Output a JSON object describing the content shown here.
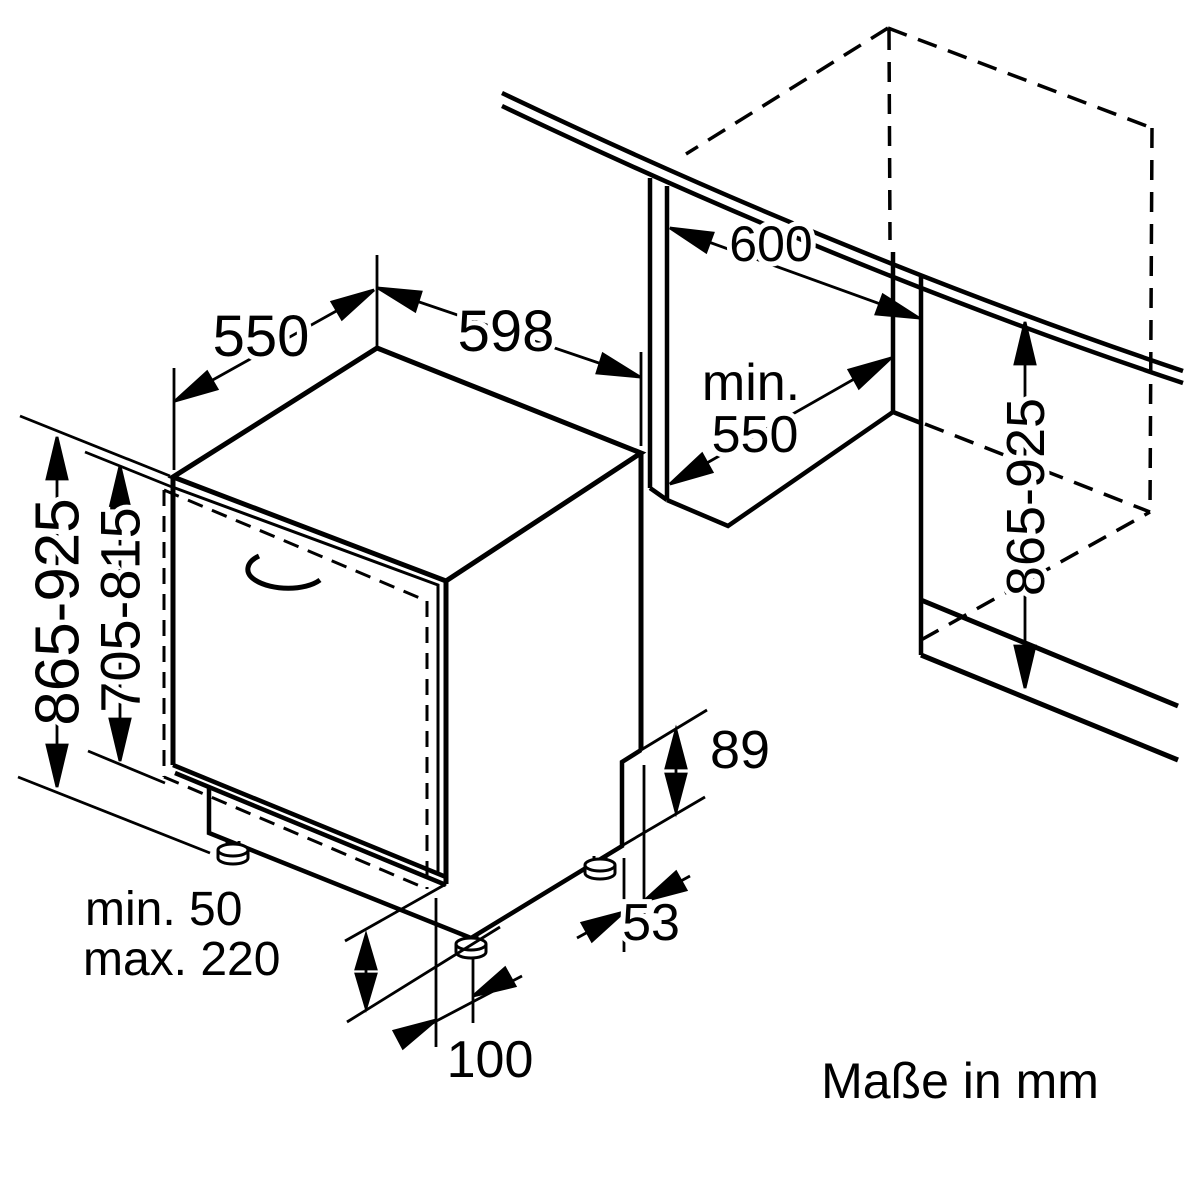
{
  "diagram": {
    "footnote": "Maße in mm",
    "unit": "mm",
    "appliance": {
      "depth_label": "550",
      "width_label": "598",
      "height_range_label": "865-925",
      "door_height_range_label": "705-815",
      "plinth_min_label": "min. 50",
      "plinth_max_label": "max. 220",
      "front_foot_inset_label": "100",
      "rear_base_height_label": "89",
      "rear_foot_offset_label": "53"
    },
    "niche": {
      "width_label": "600",
      "depth_min_label_line1": "min.",
      "depth_min_label_line2": "550",
      "height_range_label": "865-925"
    }
  }
}
